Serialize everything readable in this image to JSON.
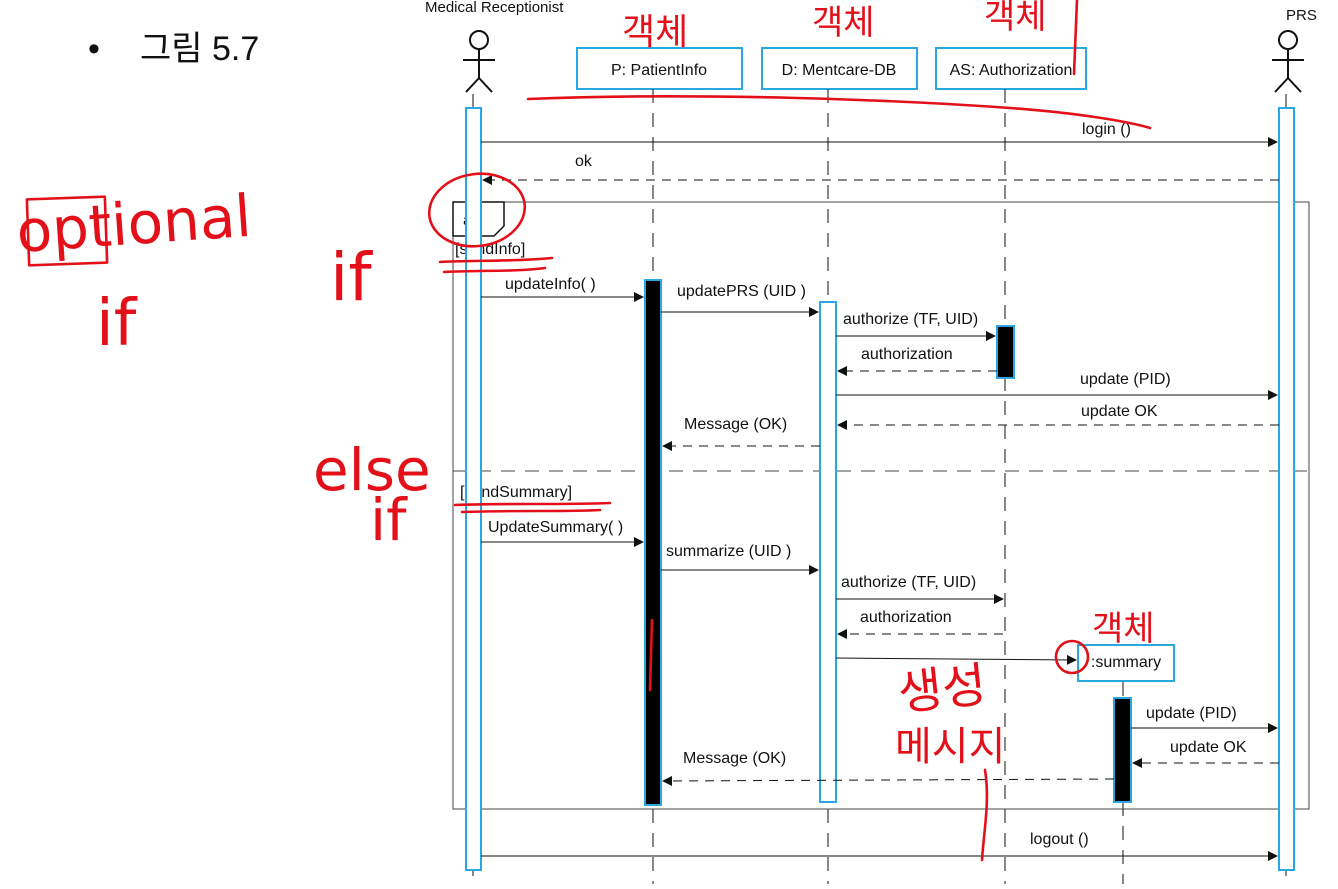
{
  "slide": {
    "bullet_symbol": "•",
    "bullet_text": "그림 5.7"
  },
  "actors": {
    "left": "Medical Receptionist",
    "right": "PRS"
  },
  "objects": {
    "patient_info": "P: PatientInfo",
    "mentcare_db": "D: Mentcare-DB",
    "authorization": "AS: Authorization",
    "summary": ":summary"
  },
  "fragment": {
    "operator": "alt",
    "guard_1": "[sendInfo]",
    "guard_2": "[sendSummary]"
  },
  "messages": {
    "login": "login ()",
    "ok": "ok",
    "update_info": "updateInfo( )",
    "update_prs": "updatePRS (UID )",
    "authorize_1": "authorize (TF, UID)",
    "authorization_1": "authorization",
    "update_pid_1": "update (PID)",
    "update_ok_1": "update OK",
    "message_ok_1": "Message (OK)",
    "update_summary": "UpdateSummary( )",
    "summarize": "summarize (UID )",
    "authorize_2": "authorize (TF, UID)",
    "authorization_2": "authorization",
    "update_pid_2": "update (PID)",
    "update_ok_2": "update OK",
    "message_ok_2": "Message (OK)",
    "logout": "logout ()"
  },
  "annotations": {
    "optional": "optional",
    "if_1": "if",
    "if_left": "if",
    "else": "else",
    "if_2": "if",
    "object_1": "객체",
    "object_2": "객체",
    "object_3": "객체",
    "object_4": "객체",
    "create": "생성",
    "message": "메시지"
  },
  "colors": {
    "lifeline_box": "#29a8e0",
    "ink": "#e3101a",
    "activation_fill": "#000000"
  }
}
